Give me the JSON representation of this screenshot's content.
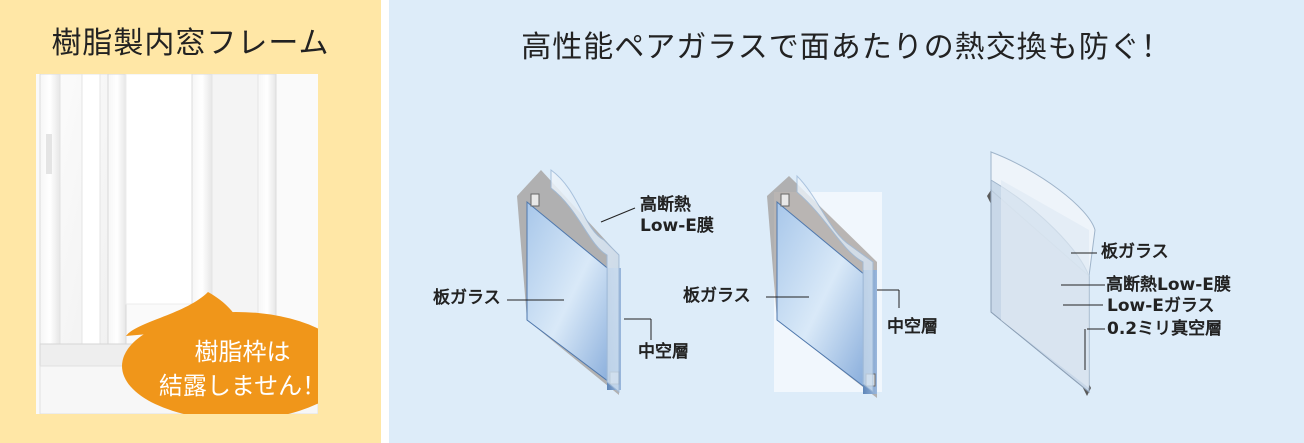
{
  "left": {
    "title": "樹脂製内窓フレーム",
    "bubble_line1": "樹脂枠は",
    "bubble_line2": "結露しません！"
  },
  "right": {
    "title": "高性能ペアガラスで面あたりの熱交換も防ぐ！"
  },
  "diagram1": {
    "label_top_line1": "高断熱",
    "label_top_line2": "Low-E膜",
    "label_left": "板ガラス",
    "label_gap": "中空層"
  },
  "diagram2": {
    "label_left": "板ガラス",
    "label_gap": "中空層"
  },
  "diagram3": {
    "label_glass": "板ガラス",
    "label_lowe_film": "高断熱Low-E膜",
    "label_lowe_glass": "Low-Eガラス",
    "label_vacuum": "0.2ミリ真空層"
  },
  "colors": {
    "left_background": "#ffe7a6",
    "right_background": "#ddecf9",
    "bubble": "#f0961a"
  }
}
